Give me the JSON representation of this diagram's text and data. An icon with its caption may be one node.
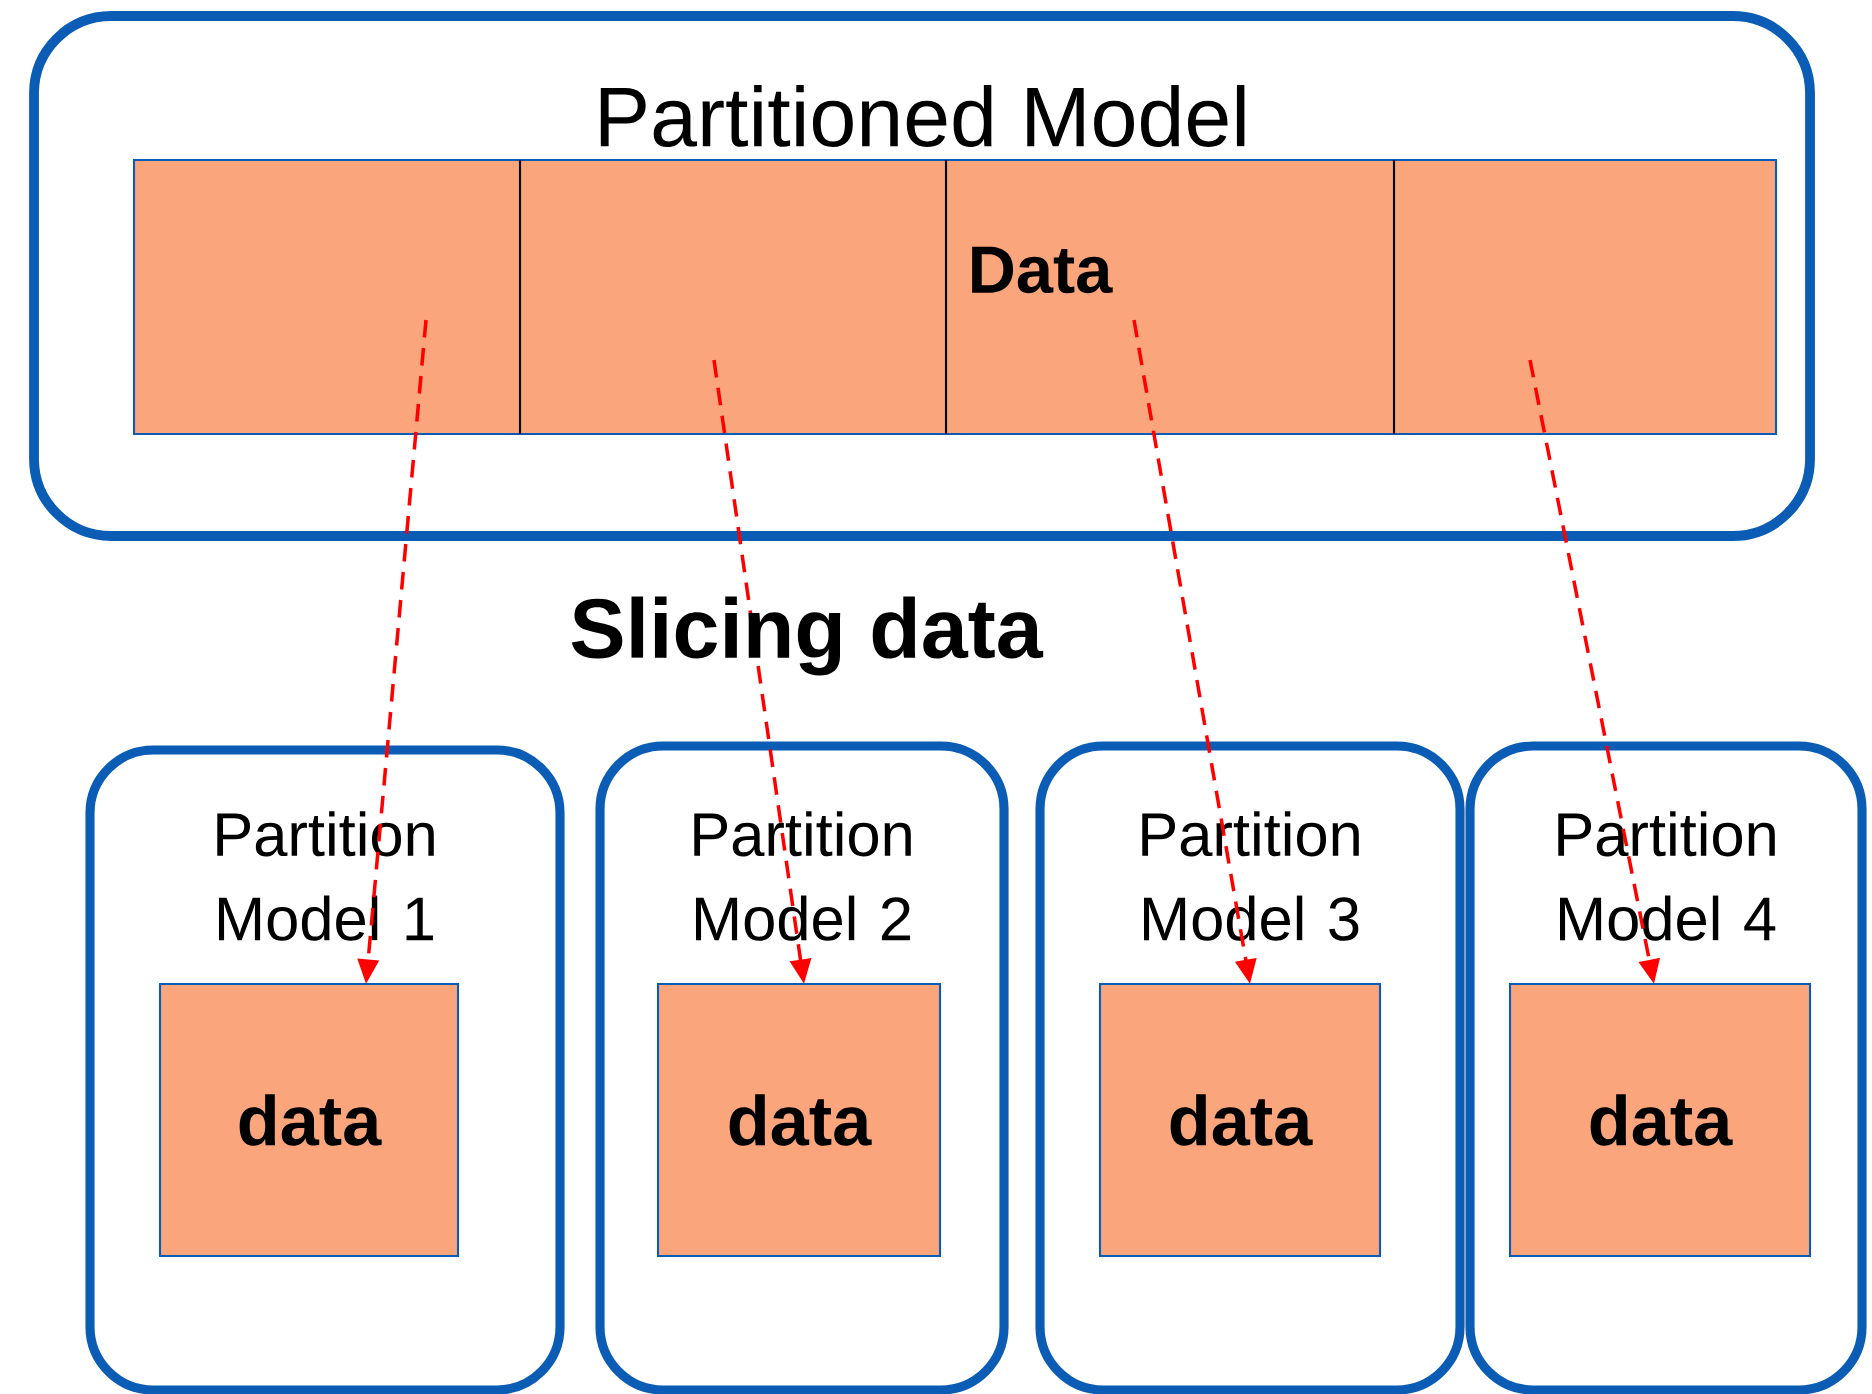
{
  "diagram": {
    "nodes": [
      {
        "text": [
          "Partitioned Model"
        ]
      },
      {
        "text": [
          "Data"
        ],
        "in": 0
      },
      {
        "text": [
          "Partition Model 1"
        ]
      },
      {
        "text": [
          "data"
        ],
        "in": 2
      },
      {
        "text": [
          "Partition Model 2"
        ]
      },
      {
        "text": [
          "data"
        ],
        "in": 4
      },
      {
        "text": [
          "Partition Model  3"
        ]
      },
      {
        "text": [
          "data"
        ],
        "in": 6
      },
      {
        "text": [
          "Partition Model 4"
        ]
      },
      {
        "text": [
          "data"
        ],
        "in": 8
      }
    ],
    "edges": [
      {
        "from": 1,
        "to": 3,
        "arrow": "to",
        "style": "dashed"
      },
      {
        "from": 1,
        "to": 5,
        "arrow": "to",
        "style": "dashed"
      },
      {
        "from": 1,
        "to": 7,
        "arrow": "to",
        "style": "dashed"
      },
      {
        "from": 1,
        "to": 9,
        "arrow": "to",
        "style": "dashed"
      }
    ],
    "labels": [
      "Slicing data"
    ]
  }
}
